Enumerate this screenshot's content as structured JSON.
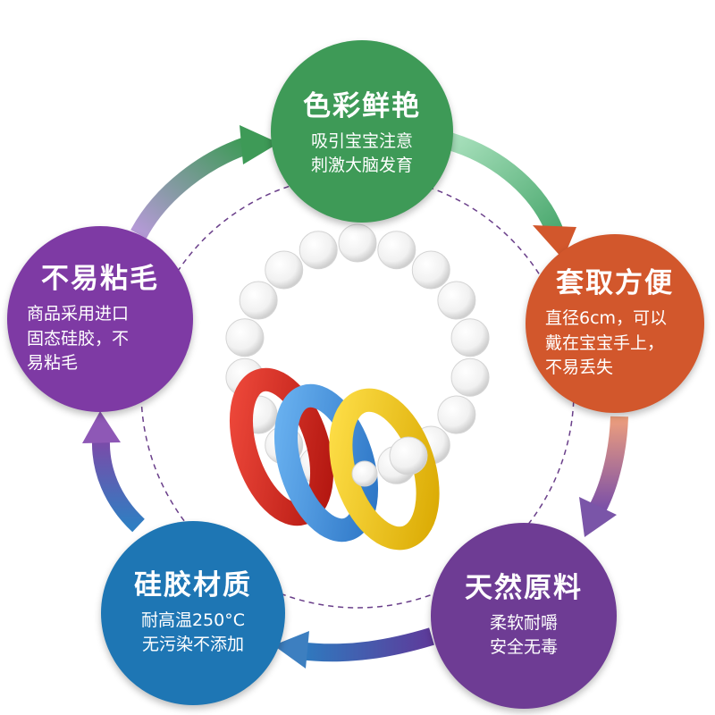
{
  "features": [
    {
      "id": "top",
      "title": "色彩鲜艳",
      "lines": [
        "吸引宝宝注意",
        "刺激大脑发育"
      ],
      "color": "#3e9a57"
    },
    {
      "id": "right",
      "title": "套取方便",
      "lines": [
        "直径6cm，可以",
        "戴在宝宝手上，",
        "不易丢失"
      ],
      "color": "#d2572c"
    },
    {
      "id": "bottom_right",
      "title": "天然原料",
      "lines": [
        "柔软耐嚼",
        "安全无毒"
      ],
      "color": "#6e3c94"
    },
    {
      "id": "bottom_left",
      "title": "硅胶材质",
      "lines": [
        "耐高温250°C",
        "无污染不添加"
      ],
      "color": "#1e76b4"
    },
    {
      "id": "left",
      "title": "不易粘毛",
      "lines": [
        "商品采用进口",
        "固态硅胶，不",
        "易粘毛"
      ],
      "color": "#7e3aa4"
    }
  ],
  "arrow_colors": [
    "#66c28a",
    "#cf6a3e",
    "#7a55a8",
    "#3d7fc0",
    "#9b6fc4"
  ],
  "product": {
    "bead_color": "#f4f4f4",
    "ring_colors": [
      "#d8261e",
      "#3f93e0",
      "#f5c80e"
    ]
  }
}
